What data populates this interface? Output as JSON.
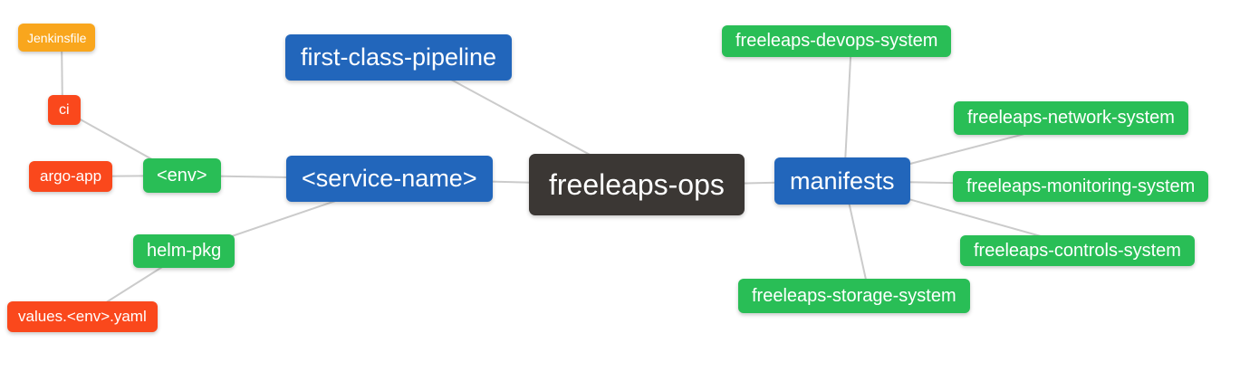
{
  "palette": {
    "root_bg": "#3B3734",
    "branch_bg": "#2266BB",
    "secondary_bg": "#29BE56",
    "tertiary_bg": "#FA481C",
    "quaternary_bg": "#F9A61D",
    "edge": "#CBCBCB",
    "text": "#FFFFFF"
  },
  "nodes": {
    "freeleaps_ops": {
      "label": "freeleaps-ops",
      "level": "root"
    },
    "first_class_pipeline": {
      "label": "first-class-pipeline",
      "level": "branch"
    },
    "service_name": {
      "label": "<service-name>",
      "level": "branch"
    },
    "manifests": {
      "label": "manifests",
      "level": "branch"
    },
    "env": {
      "label": "<env>",
      "level": "secondary"
    },
    "helm_pkg": {
      "label": "helm-pkg",
      "level": "secondary"
    },
    "ci": {
      "label": "ci",
      "level": "tertiary"
    },
    "argo_app": {
      "label": "argo-app",
      "level": "tertiary"
    },
    "values_env_yaml": {
      "label": "values.<env>.yaml",
      "level": "tertiary"
    },
    "jenkinsfile": {
      "label": "Jenkinsfile",
      "level": "quaternary"
    },
    "devops_system": {
      "label": "freeleaps-devops-system",
      "level": "secondary"
    },
    "network_system": {
      "label": "freeleaps-network-system",
      "level": "secondary"
    },
    "monitoring_system": {
      "label": "freeleaps-monitoring-system",
      "level": "secondary"
    },
    "controls_system": {
      "label": "freeleaps-controls-system",
      "level": "secondary"
    },
    "storage_system": {
      "label": "freeleaps-storage-system",
      "level": "secondary"
    }
  },
  "edges": [
    {
      "from": "freeleaps_ops",
      "to": "first_class_pipeline"
    },
    {
      "from": "freeleaps_ops",
      "to": "service_name"
    },
    {
      "from": "freeleaps_ops",
      "to": "manifests"
    },
    {
      "from": "service_name",
      "to": "env"
    },
    {
      "from": "service_name",
      "to": "helm_pkg"
    },
    {
      "from": "env",
      "to": "ci"
    },
    {
      "from": "env",
      "to": "argo_app"
    },
    {
      "from": "ci",
      "to": "jenkinsfile"
    },
    {
      "from": "helm_pkg",
      "to": "values_env_yaml"
    },
    {
      "from": "manifests",
      "to": "devops_system"
    },
    {
      "from": "manifests",
      "to": "network_system"
    },
    {
      "from": "manifests",
      "to": "monitoring_system"
    },
    {
      "from": "manifests",
      "to": "controls_system"
    },
    {
      "from": "manifests",
      "to": "storage_system"
    }
  ]
}
